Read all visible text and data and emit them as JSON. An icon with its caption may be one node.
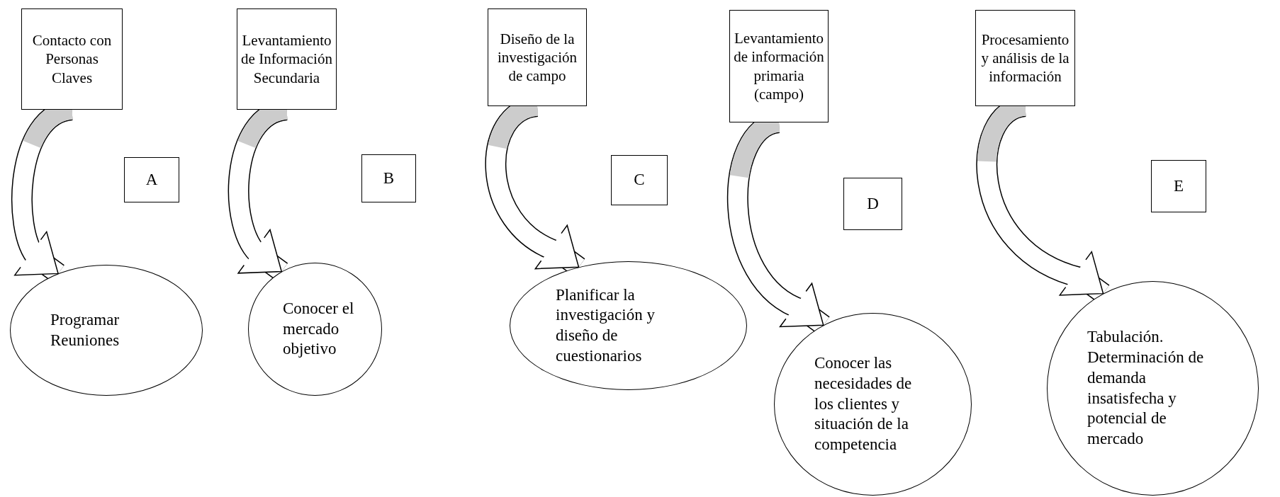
{
  "diagram": {
    "nodes": [
      {
        "text": [
          "Contacto con Personas Claves"
        ]
      },
      {
        "text": [
          "A"
        ]
      },
      {
        "text": [
          "Programar Reuniones"
        ]
      },
      {
        "text": [
          "Levantamiento de Información Secundaria"
        ]
      },
      {
        "text": [
          "B"
        ]
      },
      {
        "text": [
          "Conocer el mercado objetivo"
        ]
      },
      {
        "text": [
          "Diseño de la investigación de campo"
        ]
      },
      {
        "text": [
          "C"
        ]
      },
      {
        "text": [
          "Planificar la investigación y diseño de cuestionarios"
        ]
      },
      {
        "text": [
          "Levantamiento de información primaria (campo)"
        ]
      },
      {
        "text": [
          "D"
        ]
      },
      {
        "text": [
          "Conocer las necesidades de los clientes y situación de la competencia"
        ]
      },
      {
        "text": [
          "Procesamiento y análisis de la información"
        ]
      },
      {
        "text": [
          "E"
        ]
      },
      {
        "text": [
          "Tabulación. Determinación de demanda insatisfecha y potencial de mercado"
        ]
      }
    ],
    "edges": [
      {
        "from": 0,
        "to": 2,
        "arrow": "to"
      },
      {
        "from": 3,
        "to": 5,
        "arrow": "to"
      },
      {
        "from": 6,
        "to": 8,
        "arrow": "to"
      },
      {
        "from": 9,
        "to": 11,
        "arrow": "to"
      },
      {
        "from": 12,
        "to": 14,
        "arrow": "to"
      }
    ]
  }
}
